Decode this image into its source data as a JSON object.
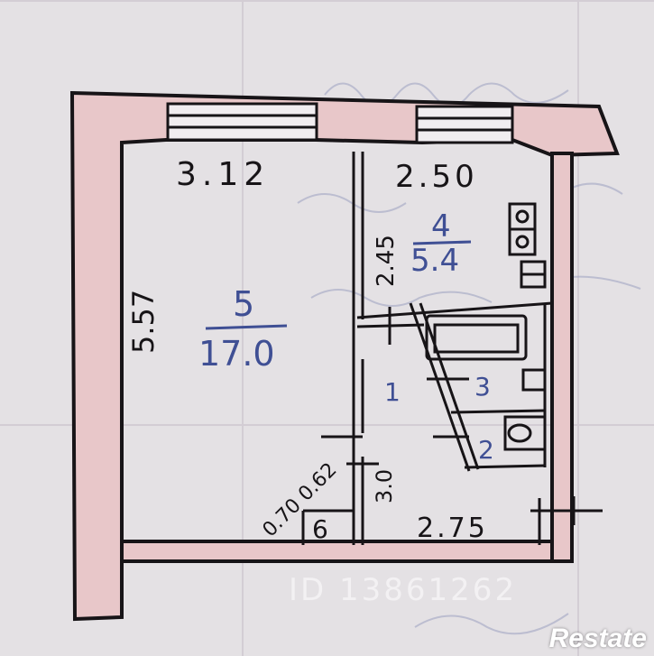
{
  "plan": {
    "room_main": {
      "number": "5",
      "area": "17.0",
      "width": "3.12",
      "length": "5.57"
    },
    "room_kitchen": {
      "number": "4",
      "area": "5.4",
      "width": "2.50",
      "length": "2.45"
    },
    "room_hall_label": "1",
    "room_bath_label": "3",
    "room_wc_label": "2",
    "room_closet_label": "6",
    "dim_hall_length": "3.0",
    "dim_bottom_width": "2.75",
    "dim_closet": "0.70 0.62"
  },
  "watermark": {
    "text": "ID 13861262"
  },
  "brand": {
    "name": "Restate"
  },
  "colors": {
    "paper": "#e4e1e4",
    "wall_fill": "#e8c7c9",
    "ink": "#171417",
    "blue_ink": "#3f4f94"
  }
}
